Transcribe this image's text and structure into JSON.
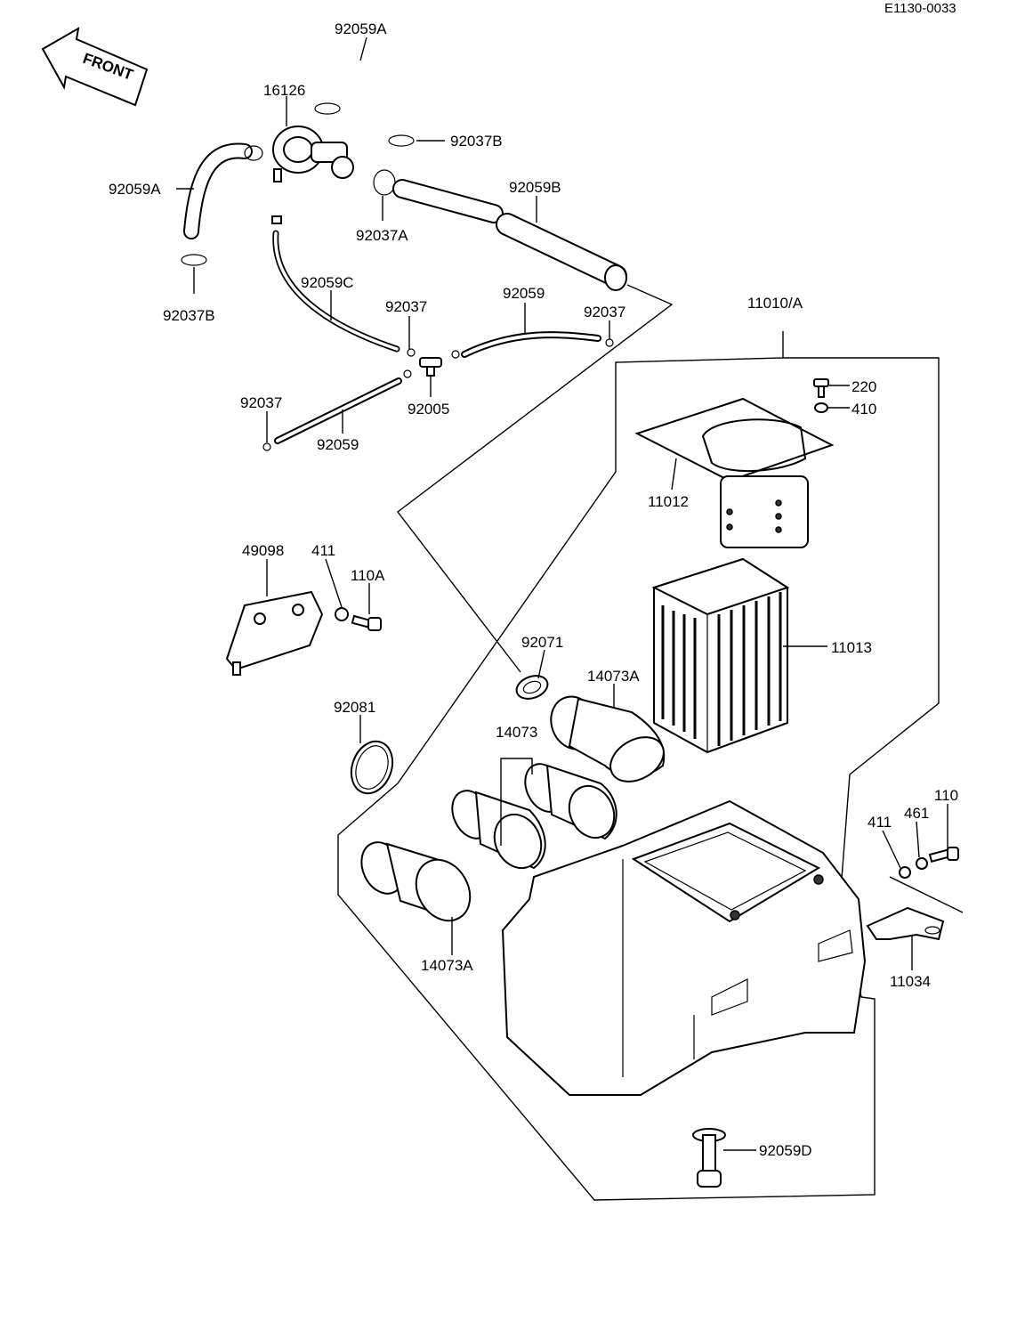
{
  "document_code": "E1130-0033",
  "front_arrow_label": "FRONT",
  "labels": {
    "p_92059A_top": "92059A",
    "p_16126": "16126",
    "p_92037B_top": "92037B",
    "p_92059A_left": "92059A",
    "p_92037A": "92037A",
    "p_92059B": "92059B",
    "p_92037B_left": "92037B",
    "p_92059C": "92059C",
    "p_92037_mid": "92037",
    "p_92059_right": "92059",
    "p_92037_right": "92037",
    "p_92037_left": "92037",
    "p_92005": "92005",
    "p_92059_left": "92059",
    "p_11010A": "11010/A",
    "p_220": "220",
    "p_410": "410",
    "p_11012": "11012",
    "p_49098": "49098",
    "p_411_left": "411",
    "p_110A": "110A",
    "p_11013": "11013",
    "p_92071": "92071",
    "p_14073A_top": "14073A",
    "p_92081": "92081",
    "p_14073": "14073",
    "p_110": "110",
    "p_411_right": "411",
    "p_461": "461",
    "p_14073A_bottom": "14073A",
    "p_11034": "11034",
    "p_92059D": "92059D"
  }
}
